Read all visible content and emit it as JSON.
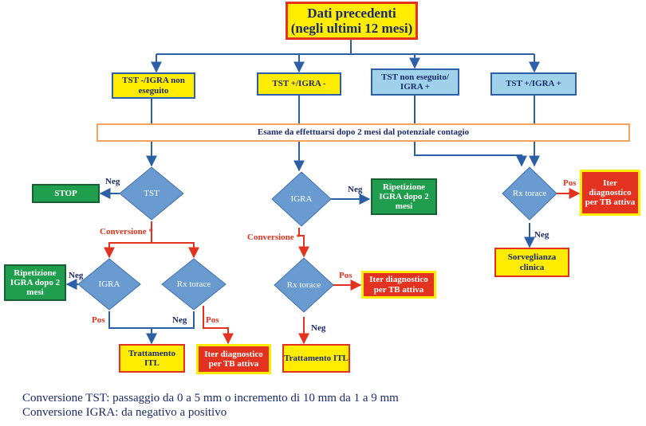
{
  "title": {
    "line1": "Dati precedenti",
    "line2": "(negli ultimi 12 mesi)"
  },
  "categories": [
    "TST -/IGRA non eseguito",
    "TST +/IGRA -",
    "TST non eseguito/ IGRA +",
    "TST +/IGRA +"
  ],
  "exam_box": "Esame da effettuarsi dopo 2  mesi dal potenziale contagio",
  "diamonds": {
    "tst": "TST",
    "igra_left": "IGRA",
    "rx_left": "Rx torace",
    "igra_mid": "IGRA",
    "rx_mid": "Rx torace",
    "rx_right": "Rx torace"
  },
  "outcomes": {
    "stop": "STOP",
    "ripetizione_left": "Ripetizione IGRA dopo 2 mesi",
    "ripetizione_mid": "Ripetizione IGRA dopo 2 mesi",
    "trattamento_left": "Trattamento ITL",
    "iter_left": "Iter diagnostico per TB attiva",
    "iter_mid": "Iter diagnostico per TB attiva",
    "trattamento_mid": "Trattamento ITL",
    "iter_right": "Iter diagnostico per TB attiva",
    "sorveglianza": "Sorveglianza clinica"
  },
  "edge_labels": {
    "neg": "Neg",
    "pos": "Pos",
    "conversione": "Conversione *"
  },
  "footer": {
    "line1": "Conversione TST: passaggio da 0 a 5 mm o incremento di 10 mm da 1 a 9 mm",
    "line2": "Conversione IGRA: da negativo a positivo"
  },
  "colors": {
    "blue_arrow": "#2c5fa5",
    "red_arrow": "#e3321f",
    "diamond": "#6a9bd0",
    "yellow": "#ffec00",
    "green": "#1f9e4e",
    "red": "#e3321f",
    "light_blue": "#9fd2ea"
  }
}
